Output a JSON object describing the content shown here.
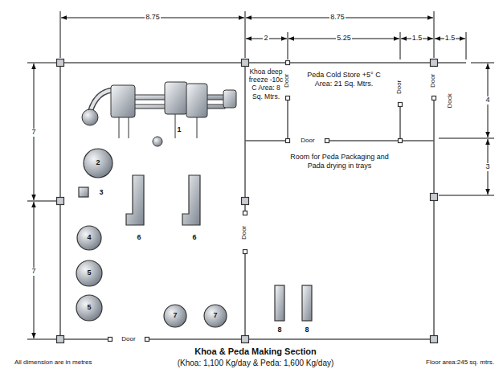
{
  "diagram": {
    "title": "Khoa & Peda Making Section",
    "caption": "(Khoa: 1,100 Kg/day & Peda: 1,600 Kg/day)",
    "nodes": [
      {
        "text": [
          "Khoa deep freeze -10c C Area: 8 Sq. Mtrs."
        ]
      },
      {
        "text": [
          "Peda Cold Store +5° C Area: 21 Sq. Mtrs."
        ]
      },
      {
        "text": [
          "Room for Peda Packaging and Pada drying in trays"
        ]
      }
    ],
    "labels": [
      "8.75",
      "8.75",
      "2",
      "5.25",
      "1.5",
      "1.5",
      "7",
      "7",
      "4",
      "3",
      "Door",
      "Door",
      "Door",
      "Dock",
      "Door",
      "Door",
      "Door",
      "1",
      "2",
      "3",
      "4",
      "5",
      "5",
      "6",
      "6",
      "7",
      "7",
      "8",
      "8",
      "All dimension are in metres",
      "Floor area:245 sq. mtrs."
    ]
  }
}
